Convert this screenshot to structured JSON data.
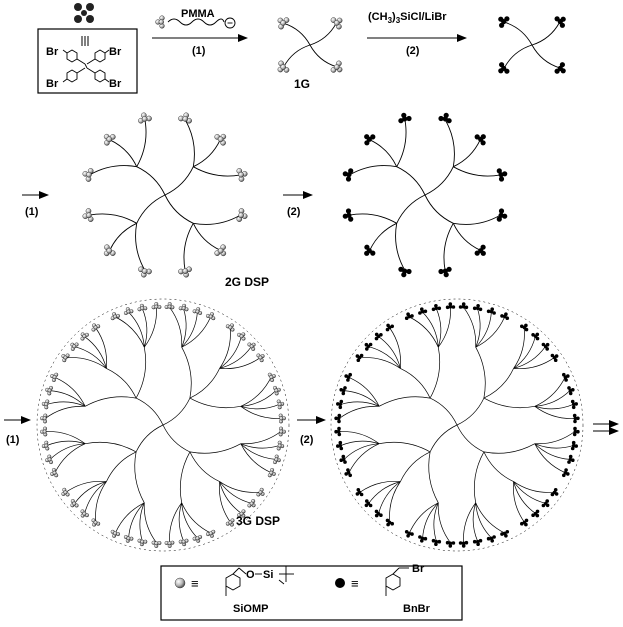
{
  "reagents": {
    "step1": "PMMA",
    "step2": "(CH3)3SiCl/LiBr"
  },
  "step_labels": {
    "one": "(1)",
    "two": "(2)"
  },
  "start_core": {
    "bromo": "Br"
  },
  "products": {
    "g1": "1G",
    "g2": "2G DSP",
    "g3": "3G DSP"
  },
  "legend": {
    "siomp_label": "SiOMP",
    "bnbr_label": "BnBr",
    "o_atom": "O",
    "si_atom": "Si",
    "br_atom": "Br",
    "equiv": "≡"
  }
}
